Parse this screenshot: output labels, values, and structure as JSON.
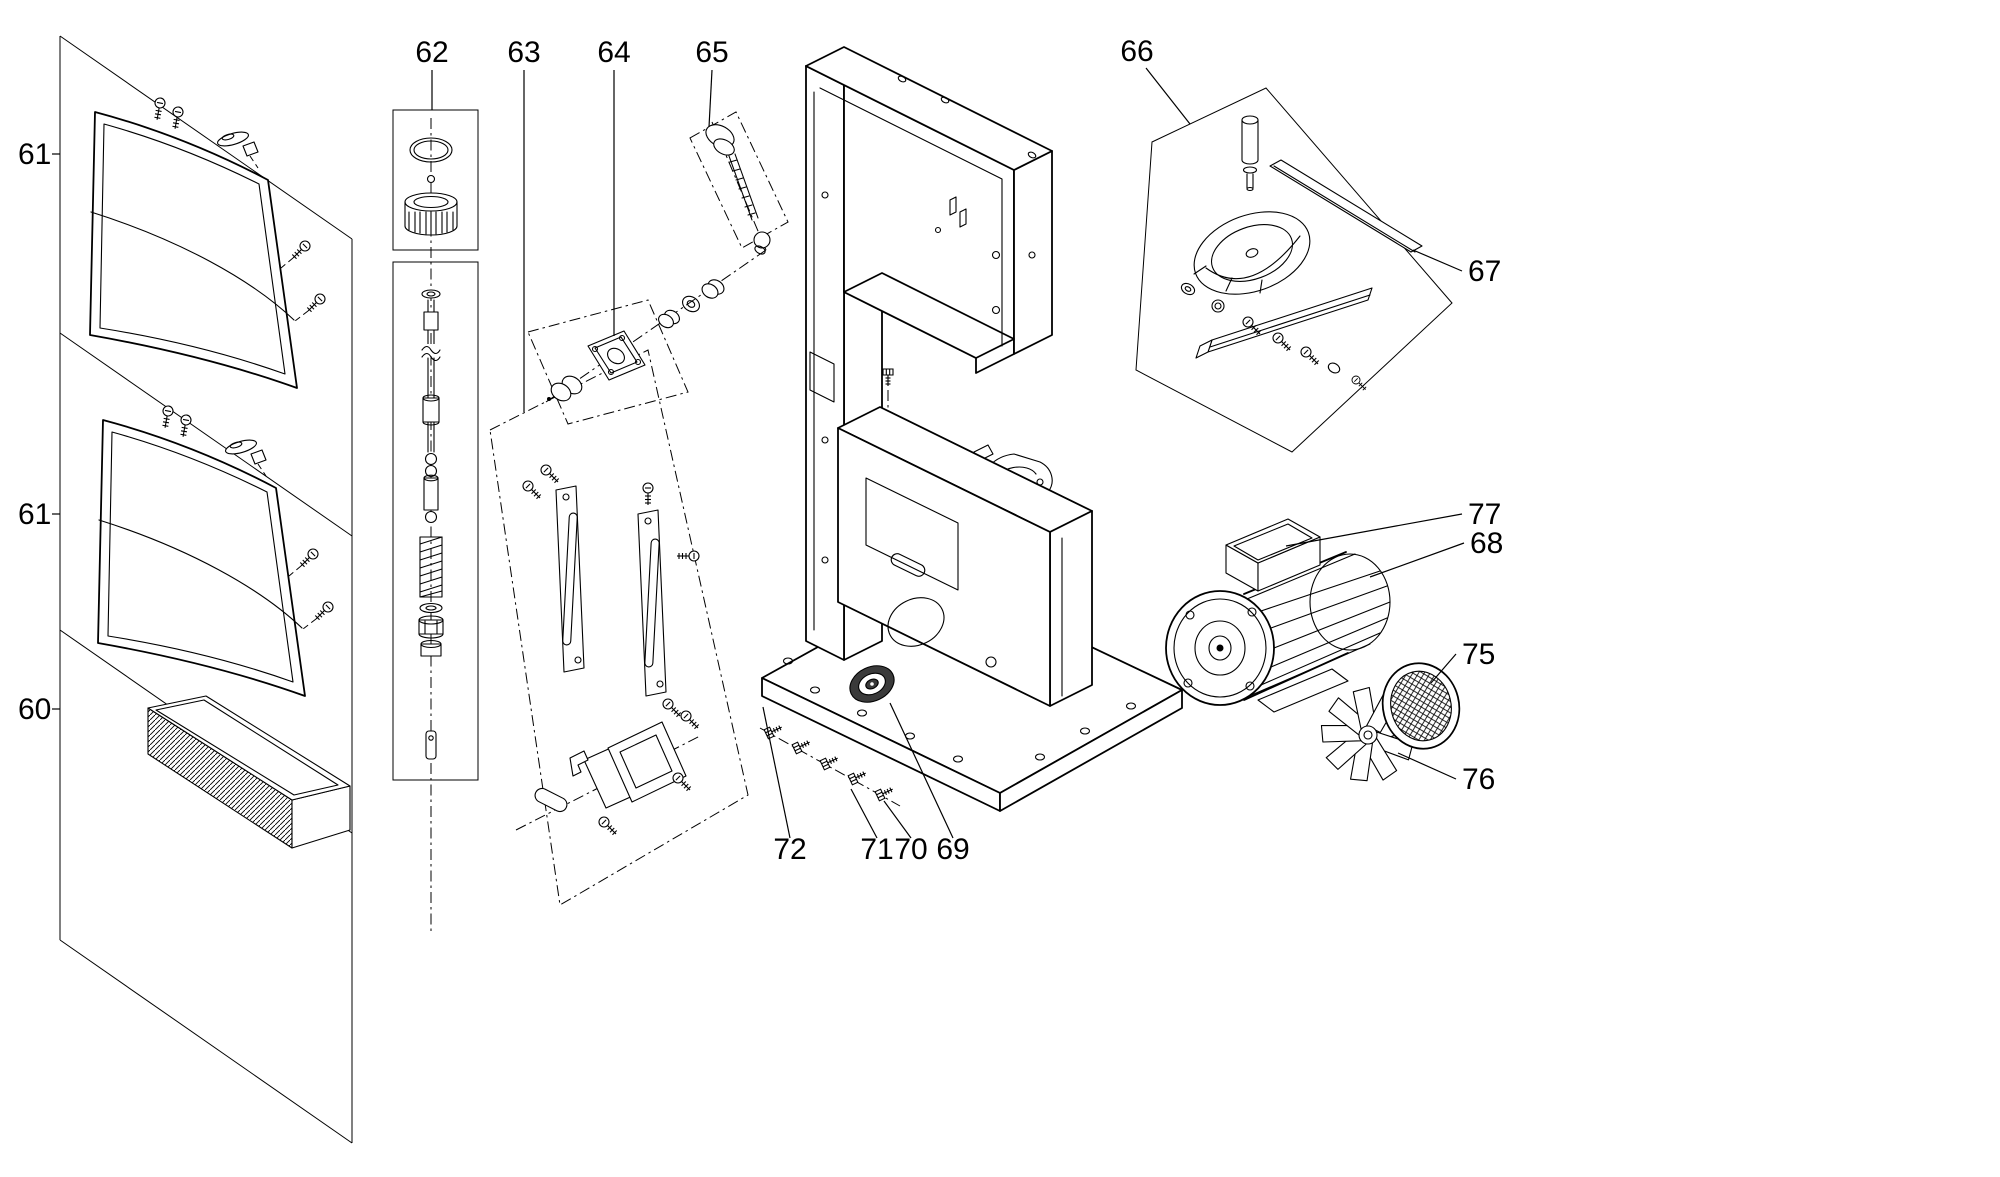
{
  "diagram": {
    "type": "exploded-parts-diagram",
    "background": "#ffffff",
    "line_color": "#000000",
    "callouts": [
      {
        "id": "61-upper",
        "label": "61"
      },
      {
        "id": "61-lower",
        "label": "61"
      },
      {
        "id": "60",
        "label": "60"
      },
      {
        "id": "62",
        "label": "62"
      },
      {
        "id": "63",
        "label": "63"
      },
      {
        "id": "64",
        "label": "64"
      },
      {
        "id": "65",
        "label": "65"
      },
      {
        "id": "66",
        "label": "66"
      },
      {
        "id": "67",
        "label": "67"
      },
      {
        "id": "77",
        "label": "77"
      },
      {
        "id": "68",
        "label": "68"
      },
      {
        "id": "75",
        "label": "75"
      },
      {
        "id": "76",
        "label": "76"
      },
      {
        "id": "72",
        "label": "72"
      },
      {
        "id": "71",
        "label": "71"
      },
      {
        "id": "70",
        "label": "70"
      },
      {
        "id": "69",
        "label": "69"
      }
    ]
  }
}
